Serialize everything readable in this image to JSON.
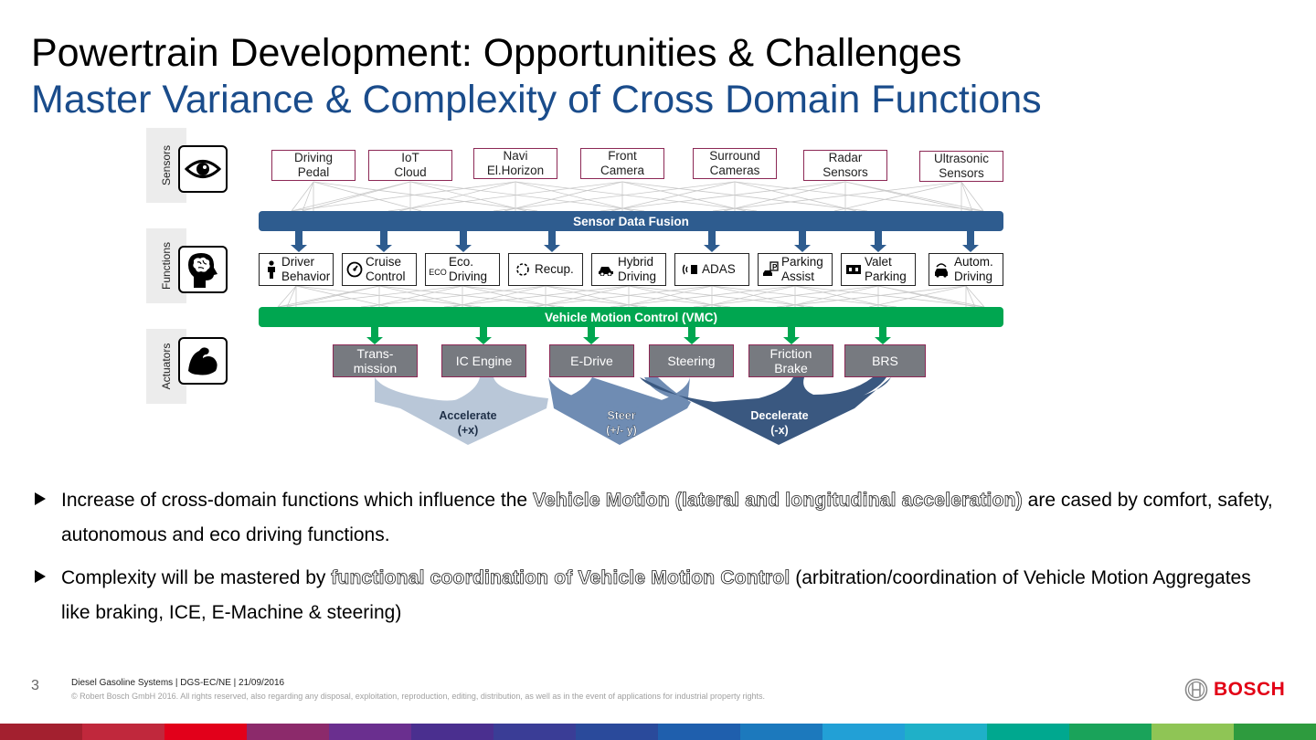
{
  "title": "Powertrain Development: Opportunities & Challenges",
  "subtitle": "Master Variance & Complexity of Cross Domain Functions",
  "row_labels": {
    "sensors": "Sensors",
    "functions": "Functions",
    "actuators": "Actuators"
  },
  "row_icons": {
    "sensors": "eye-icon",
    "functions": "brain-head-icon",
    "actuators": "flexed-arm-icon"
  },
  "sensors": [
    {
      "label": "Driving\nPedal"
    },
    {
      "label": "IoT\nCloud"
    },
    {
      "label": "Navi\nEl.Horizon"
    },
    {
      "label": "Front\nCamera"
    },
    {
      "label": "Surround\nCameras"
    },
    {
      "label": "Radar\nSensors"
    },
    {
      "label": "Ultrasonic\nSensors"
    }
  ],
  "fusion_label": "Sensor Data Fusion",
  "functions": [
    {
      "label": "Driver\nBehavior",
      "icon": "person-icon"
    },
    {
      "label": "Cruise\nControl",
      "icon": "gauge-icon"
    },
    {
      "label": "Eco.\nDriving",
      "icon": "eco-icon",
      "icon_text": "ECO"
    },
    {
      "label": "Recup.",
      "icon": "recuperation-icon"
    },
    {
      "label": "Hybrid\nDriving",
      "icon": "hybrid-car-icon"
    },
    {
      "label": "ADAS",
      "icon": "adas-icon"
    },
    {
      "label": "Parking\nAssist",
      "icon": "parking-icon"
    },
    {
      "label": "Valet\nParking",
      "icon": "valet-icon"
    },
    {
      "label": "Autom.\nDriving",
      "icon": "autonomous-car-icon"
    }
  ],
  "vmc_label": "Vehicle Motion Control (VMC)",
  "actuators": [
    {
      "label": "Trans-\nmission"
    },
    {
      "label": "IC Engine"
    },
    {
      "label": "E-Drive"
    },
    {
      "label": "Steering"
    },
    {
      "label": "Friction\nBrake"
    },
    {
      "label": "BRS"
    }
  ],
  "outcomes": [
    {
      "label": "Accelerate\n(+x)",
      "color": "#b9c7d8"
    },
    {
      "label": "Steer\n(+/- y)",
      "color": "#6f8cb3"
    },
    {
      "label": "Decelerate\n(-x)",
      "color": "#3a5880"
    }
  ],
  "bullets": [
    {
      "before": "Increase of cross-domain functions which influence the ",
      "highlight": "Vehicle Motion (lateral and longitudinal acceleration)",
      "after": " are cased by comfort, safety, autonomous and eco driving functions."
    },
    {
      "before": "Complexity will be mastered by ",
      "highlight": "functional coordination of Vehicle Motion Control",
      "after": "  (arbitration/coordination of Vehicle Motion Aggregates like braking, ICE, E-Machine & steering)"
    }
  ],
  "footer": {
    "page": "3",
    "line1": "Diesel Gasoline Systems | DGS-EC/NE | 21/09/2016",
    "line2": "© Robert Bosch GmbH 2016. All rights reserved, also regarding any disposal, exploitation, reproduction, editing, distribution, as well as in the event of applications for industrial property rights.",
    "logo_text": "BOSCH"
  },
  "colors": {
    "title_blue": "#1a4c8b",
    "sensor_border": "#8c2855",
    "fusion_bar": "#2e5c8f",
    "vmc_bar": "#00a650",
    "actuator_fill": "#777a80",
    "bosch_red": "#e20015"
  },
  "stripe_colors": [
    "#a3202f",
    "#c0283c",
    "#e2001a",
    "#8c2a6b",
    "#6a2f8f",
    "#4a2f8f",
    "#3a3d96",
    "#2a4a9b",
    "#1f5fad",
    "#1c79bd",
    "#22a0d6",
    "#1fb0c8",
    "#00a88f",
    "#1aa35a",
    "#8fc555",
    "#2e9b3e"
  ]
}
